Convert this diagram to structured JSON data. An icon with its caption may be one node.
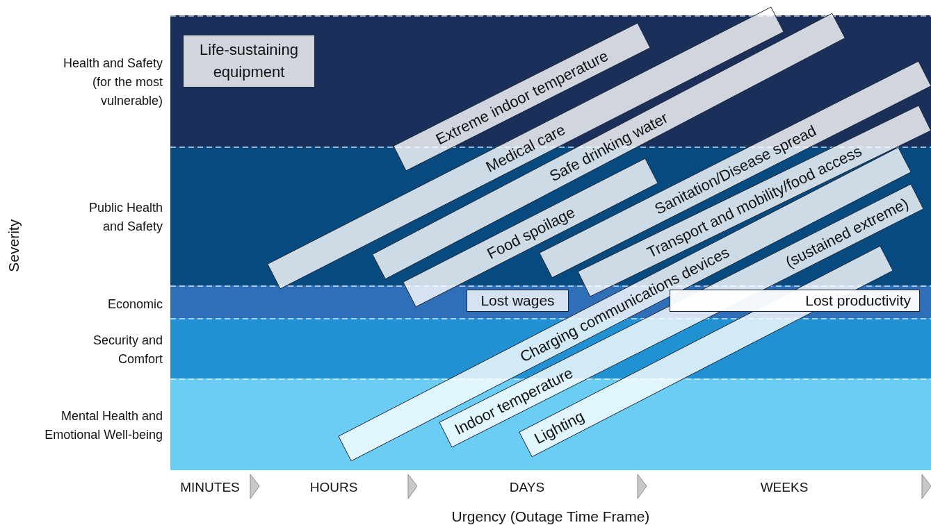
{
  "diagram": {
    "nodes": [
      {
        "text": [
          "Life-sustaining equipment"
        ]
      },
      {
        "text": [
          "Extreme indoor temperature"
        ]
      },
      {
        "text": [
          "Medical care"
        ]
      },
      {
        "text": [
          "Safe drinking water"
        ]
      },
      {
        "text": [
          "Sanitation/Disease spread"
        ]
      },
      {
        "text": [
          "Transport and mobility/food access"
        ]
      },
      {
        "text": [
          "Food spoilage"
        ]
      },
      {
        "text": [
          "Charging communications devices"
        ]
      },
      {
        "text": [
          "Indoor temperature",
          "(sustained extreme)"
        ]
      },
      {
        "text": [
          "Lost wages"
        ]
      },
      {
        "text": [
          "Lost productivity"
        ]
      },
      {
        "text": [
          "Lighting"
        ]
      }
    ],
    "labels": [
      "Health and Safety (for the most vulnerable)",
      "Severity",
      "Public Health and Safety",
      "Economic",
      "Security and Comfort",
      "Mental Health and Emotional Well-being",
      "MINUTES",
      "HOURS",
      "DAYS",
      "WEEKS",
      "Urgency (Outage Time Frame)"
    ]
  }
}
